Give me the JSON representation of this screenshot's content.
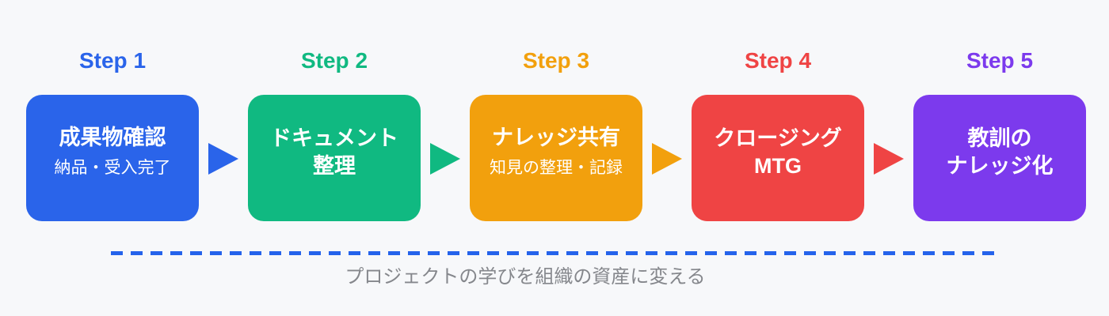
{
  "background_color": "#f7f8fa",
  "steps": [
    {
      "label": "Step 1",
      "color": "#2a64ea",
      "title_lines": [
        "成果物確認"
      ],
      "subtitle": "納品・受入完了"
    },
    {
      "label": "Step 2",
      "color": "#10b981",
      "title_lines": [
        "ドキュメント",
        "整理"
      ],
      "subtitle": ""
    },
    {
      "label": "Step 3",
      "color": "#f2a00d",
      "title_lines": [
        "ナレッジ共有"
      ],
      "subtitle": "知見の整理・記録"
    },
    {
      "label": "Step 4",
      "color": "#ef4444",
      "title_lines": [
        "クロージング",
        "MTG"
      ],
      "subtitle": ""
    },
    {
      "label": "Step 5",
      "color": "#7c3aed",
      "title_lines": [
        "教訓の",
        "ナレッジ化"
      ],
      "subtitle": ""
    }
  ],
  "footer": {
    "caption": "プロジェクトの学びを組織の資産に変える",
    "line_color": "#2563eb"
  }
}
